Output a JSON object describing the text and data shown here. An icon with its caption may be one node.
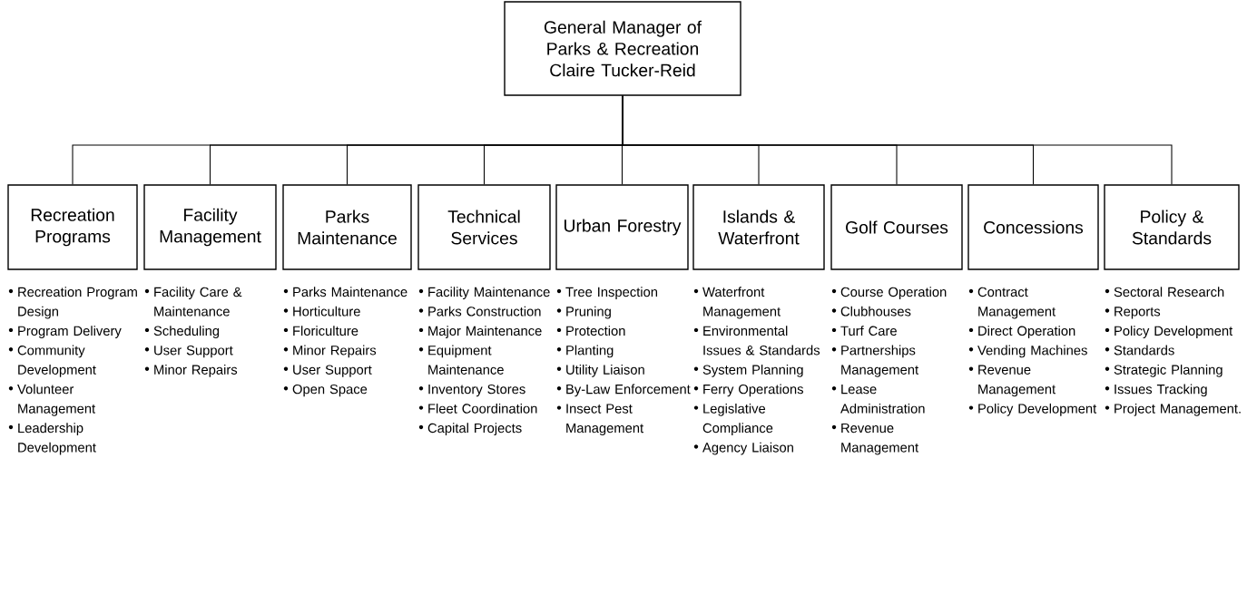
{
  "diagram": {
    "nodes": [
      {
        "text": [
          "General Manager of Parks & Recreation",
          "Claire Tucker-Reid"
        ]
      },
      {
        "text": [
          "Recreation Programs"
        ],
        "beside": [
          "Recreation Program Design",
          "Program Delivery",
          "Community Development",
          "Volunteer Management",
          "Leadership Development"
        ]
      },
      {
        "text": [
          "Facility Management"
        ],
        "beside": [
          "Facility Care & Maintenance",
          "Scheduling",
          "User Support",
          "Minor Repairs"
        ]
      },
      {
        "text": [
          "Parks Maintenance"
        ],
        "beside": [
          "Parks Maintenance",
          "Horticulture",
          "Floriculture",
          "Minor Repairs",
          "User Support",
          "Open Space"
        ]
      },
      {
        "text": [
          "Technical Services"
        ],
        "beside": [
          "Facility Maintenance",
          "Parks Construction",
          "Major Maintenance",
          "Equipment Maintenance",
          "Inventory Stores",
          "Fleet Coordination",
          "Capital Projects"
        ]
      },
      {
        "text": [
          "Urban Forestry"
        ],
        "beside": [
          "Tree Inspection",
          "Pruning",
          "Protection",
          "Planting",
          "Utility Liaison",
          "By-Law Enforcement",
          "Insect Pest Management"
        ]
      },
      {
        "text": [
          "Islands & Waterfront"
        ],
        "beside": [
          "Waterfront Management",
          "Environmental Issues & Standards",
          "System Planning",
          "Ferry Operations",
          "Legislative Compliance",
          "Agency Liaison"
        ]
      },
      {
        "text": [
          "Golf Courses"
        ],
        "beside": [
          "Course Operation",
          "Clubhouses",
          "Turf Care",
          "Partnerships Management",
          "Lease Administration",
          "Revenue Management"
        ]
      },
      {
        "text": [
          "Concessions"
        ],
        "beside": [
          "Contract Management",
          "Direct Operation",
          "Vending Machines",
          "Revenue Management",
          "Policy Development"
        ]
      },
      {
        "text": [
          "Policy & Standards"
        ],
        "beside": [
          "Sectoral Research",
          "Reports",
          "Policy Development",
          "Standards",
          "Strategic Planning",
          "Issues Tracking",
          "Project Management."
        ]
      }
    ],
    "edges": [
      {
        "from": 0,
        "to": 1,
        "arrow": "none"
      },
      {
        "from": 0,
        "to": 2,
        "arrow": "none"
      },
      {
        "from": 0,
        "to": 3,
        "arrow": "none"
      },
      {
        "from": 0,
        "to": 4,
        "arrow": "none"
      },
      {
        "from": 0,
        "to": 5,
        "arrow": "none"
      },
      {
        "from": 0,
        "to": 6,
        "arrow": "none"
      },
      {
        "from": 0,
        "to": 7,
        "arrow": "none"
      },
      {
        "from": 0,
        "to": 8,
        "arrow": "none"
      },
      {
        "from": 0,
        "to": 9,
        "arrow": "none"
      }
    ]
  }
}
